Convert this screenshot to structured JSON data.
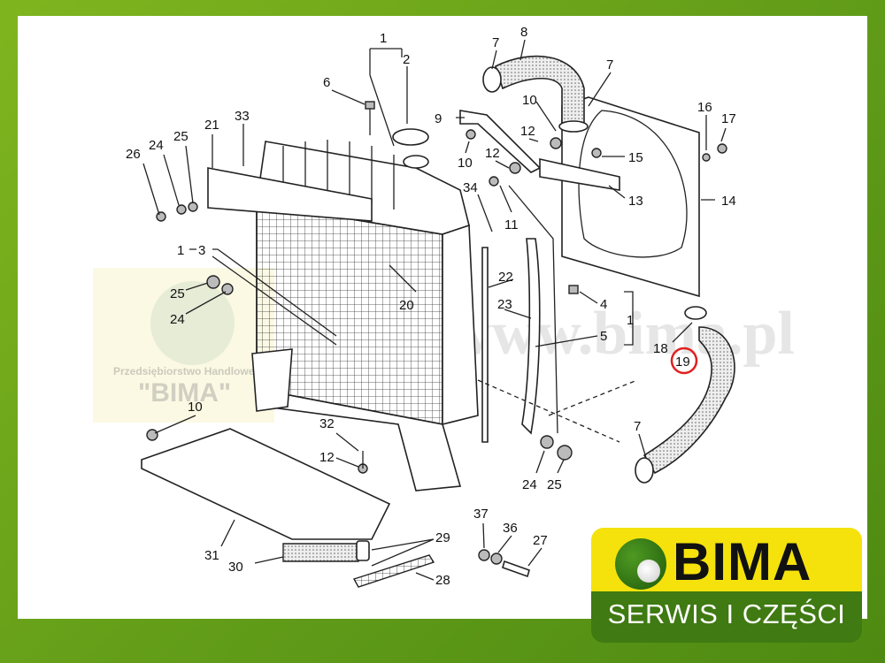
{
  "watermark": {
    "company_line": "Przedsiębiorstwo Handlowe",
    "company_name": "\"BIMA\"",
    "url": "www.bima.pl"
  },
  "logo": {
    "name": "BIMA",
    "tagline": "SERWIS I CZĘŚCI"
  },
  "highlight_color": "#e02020",
  "highlighted_part": "19",
  "callouts": [
    "1",
    "2",
    "6",
    "7",
    "8",
    "7",
    "9",
    "10",
    "12",
    "10",
    "12",
    "16",
    "17",
    "15",
    "13",
    "14",
    "21",
    "33",
    "26",
    "24",
    "25",
    "34",
    "11",
    "1",
    "3",
    "22",
    "25",
    "24",
    "20",
    "4",
    "23",
    "1",
    "5",
    "18",
    "19",
    "10",
    "32",
    "12",
    "7",
    "24",
    "25",
    "37",
    "36",
    "27",
    "29",
    "31",
    "30",
    "28"
  ]
}
